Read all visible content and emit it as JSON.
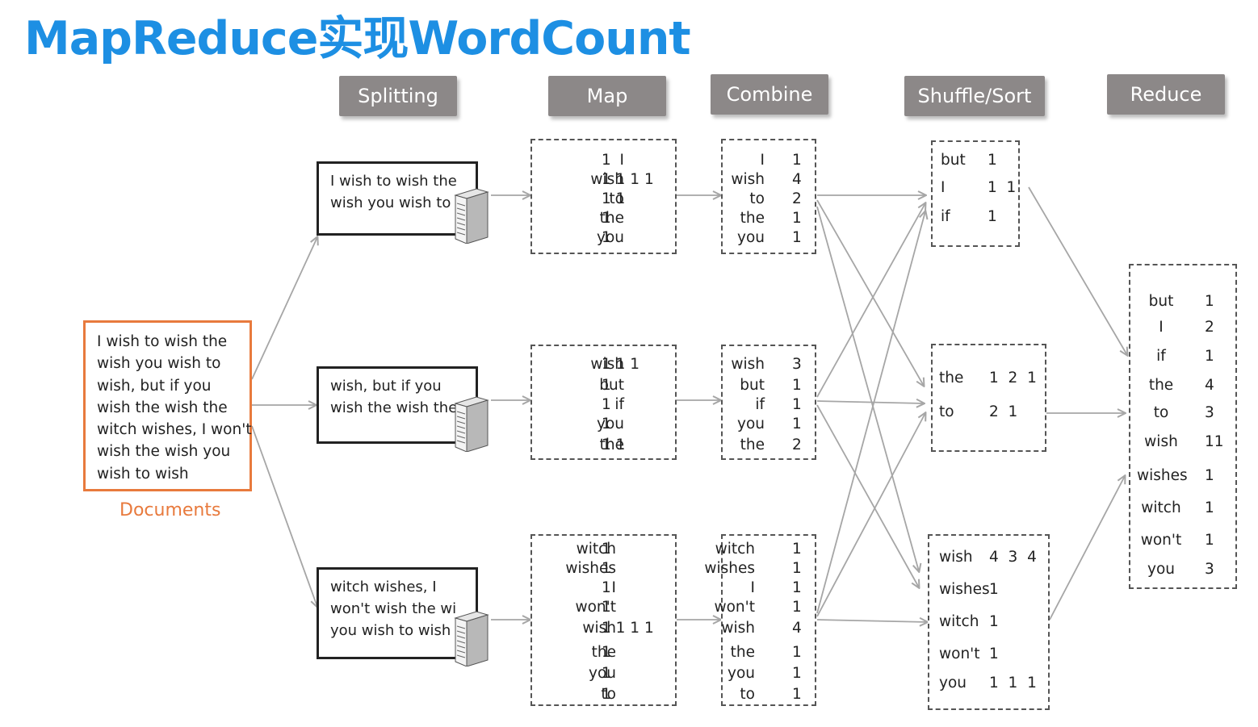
{
  "title": "MapReduce实现WordCount",
  "stages": [
    "Splitting",
    "Map",
    "Combine",
    "Shuffle/Sort",
    "Reduce"
  ],
  "document": {
    "lines": [
      "I wish to wish the",
      "wish you wish to",
      "wish, but if you",
      "wish the wish the",
      "witch wishes, I won't",
      "wish the wish you",
      "wish to wish"
    ],
    "label": "Documents"
  },
  "splits": [
    {
      "lines": [
        "I wish to wish the",
        "wish you wish to"
      ]
    },
    {
      "lines": [
        "wish, but if you",
        "wish the wish the"
      ]
    },
    {
      "lines": [
        "witch wishes, I",
        "won't wish the wi",
        "you wish to wish"
      ]
    }
  ],
  "map": [
    {
      "rows": [
        {
          "k": "I",
          "v": "1"
        },
        {
          "k": "wish",
          "v": "1 1 1 1"
        },
        {
          "k": "to",
          "v": "1 1"
        },
        {
          "k": "the",
          "v": "1"
        },
        {
          "k": "you",
          "v": "1"
        }
      ]
    },
    {
      "rows": [
        {
          "k": "wish",
          "v": "1 1 1"
        },
        {
          "k": "but",
          "v": "1"
        },
        {
          "k": "if",
          "v": "1"
        },
        {
          "k": "you",
          "v": "1"
        },
        {
          "k": "the",
          "v": "1 1"
        }
      ]
    },
    {
      "rows": [
        {
          "k": "witch",
          "v": "1"
        },
        {
          "k": "wishes",
          "v": "1"
        },
        {
          "k": "I",
          "v": "1"
        },
        {
          "k": "won't",
          "v": "1"
        },
        {
          "k": "wish",
          "v": "1 1 1 1"
        },
        {
          "k": "the",
          "v": "1"
        },
        {
          "k": "you",
          "v": "1"
        },
        {
          "k": "to",
          "v": "1"
        }
      ]
    }
  ],
  "combine": [
    {
      "rows": [
        {
          "k": "I",
          "v": "1"
        },
        {
          "k": "wish",
          "v": "4"
        },
        {
          "k": "to",
          "v": "2"
        },
        {
          "k": "the",
          "v": "1"
        },
        {
          "k": "you",
          "v": "1"
        }
      ]
    },
    {
      "rows": [
        {
          "k": "wish",
          "v": "3"
        },
        {
          "k": "but",
          "v": "1"
        },
        {
          "k": "if",
          "v": "1"
        },
        {
          "k": "you",
          "v": "1"
        },
        {
          "k": "the",
          "v": "2"
        }
      ]
    },
    {
      "rows": [
        {
          "k": "witch",
          "v": "1"
        },
        {
          "k": "wishes",
          "v": "1"
        },
        {
          "k": "I",
          "v": "1"
        },
        {
          "k": "won't",
          "v": "1"
        },
        {
          "k": "wish",
          "v": "4"
        },
        {
          "k": "the",
          "v": "1"
        },
        {
          "k": "you",
          "v": "1"
        },
        {
          "k": "to",
          "v": "1"
        }
      ]
    }
  ],
  "shuffle": [
    {
      "rows": [
        {
          "k": "but",
          "v": "1"
        },
        {
          "k": "I",
          "v": "1  1"
        },
        {
          "k": "if",
          "v": "1"
        }
      ]
    },
    {
      "rows": [
        {
          "k": "the",
          "v": "1  2  1"
        },
        {
          "k": "to",
          "v": "2  1"
        }
      ]
    },
    {
      "rows": [
        {
          "k": "wish",
          "v": "4  3  4"
        },
        {
          "k": "wishes",
          "v": "1"
        },
        {
          "k": "witch",
          "v": "1"
        },
        {
          "k": "won't",
          "v": "1"
        },
        {
          "k": "you",
          "v": "1  1  1"
        }
      ]
    }
  ],
  "reduce": {
    "rows": [
      {
        "k": "but",
        "v": "1"
      },
      {
        "k": "I",
        "v": "2"
      },
      {
        "k": "if",
        "v": "1"
      },
      {
        "k": "the",
        "v": "4"
      },
      {
        "k": "to",
        "v": "3"
      },
      {
        "k": "wish",
        "v": "11"
      },
      {
        "k": "wishes",
        "v": "1"
      },
      {
        "k": "witch",
        "v": "1"
      },
      {
        "k": "won't",
        "v": "1"
      },
      {
        "k": "you",
        "v": "3"
      }
    ]
  },
  "colors": {
    "title": "#1d8fe3",
    "document_border": "#e87a3d",
    "stage_fill": "#8c8888",
    "arrow": "#a6a6a6",
    "annotation": "#d42020"
  }
}
